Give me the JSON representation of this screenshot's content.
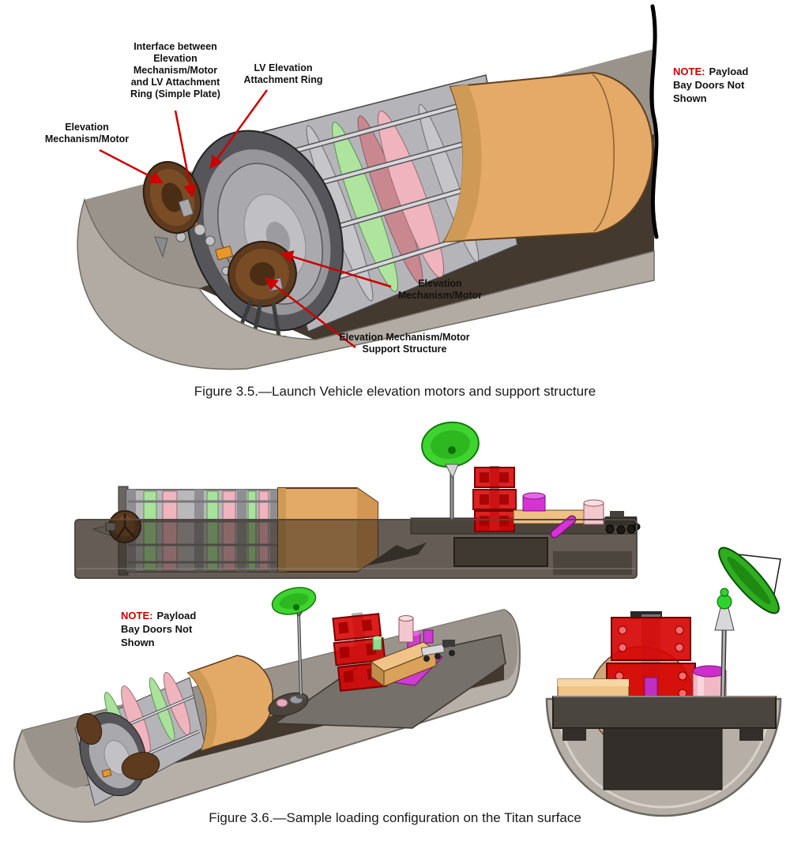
{
  "figure_35": {
    "label_interface": "Interface between Elevation Mechanism/Motor and LV Attachment Ring (Simple Plate)",
    "label_lv_ring": "LV Elevation Attachment Ring",
    "label_motor_left": "Elevation Mechanism/Motor",
    "label_motor_bottom": "Elevation Mechanism/Motor",
    "label_support": "Elevation Mechanism/Motor Support Structure",
    "note_prefix": "NOTE:",
    "note_body": "Payload Bay Doors Not Shown",
    "caption": "Figure 3.5.—Launch Vehicle elevation motors and support structure"
  },
  "figure_36": {
    "note_prefix": "NOTE:",
    "note_body": "Payload Bay Doors Not Shown",
    "caption": "Figure 3.6.—Sample loading configuration on the Titan surface"
  },
  "colors": {
    "note_red": "#cc0000",
    "leader_arrow_red": "#cc0000",
    "payload_bay_gray": "#b7b0a8",
    "bay_shadow_brown": "#44392e",
    "vehicle_gray": "#b5b5b9",
    "attachment_ring_gray": "#55555a",
    "elevation_motor_brown": "#5e3a1e",
    "nose_fairing_tan": "#e5aa67",
    "motor_band_green": "#aee49e",
    "motor_band_pink": "#f0b4be",
    "antenna_dish_green": "#35d22b",
    "sample_container_red": "#d60000",
    "equipment_magenta": "#cf3ccf",
    "canister_pink": "#f2c7cd"
  }
}
